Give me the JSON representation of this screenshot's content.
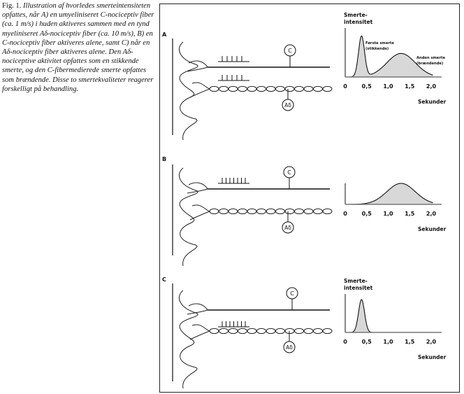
{
  "caption": {
    "label": "Fig. 1.",
    "text": "Illustration af hvorledes smerteintensiteten opfattes, når A) en umyeliniseret C-nociceptiv fiber (ca. 1 m/s) i huden aktiveres sammen med en tynd myeliniseret Aδ-nociceptiv fiber (ca. 10 m/s), B) en C-nociceptiv fiber aktiveres alene, samt C) når en Aδ-nociceptiv fiber aktiveres alene. Den Aδ-nociceptive aktivitet opfattes som en stikkende smerte, og den C-fibermedierede smerte opfattes som brændende. Disse to smertekvaliteter reagerer forskelligt på behandling."
  },
  "panels": [
    {
      "label": "A",
      "c_label": "C",
      "ad_label": "Aδ"
    },
    {
      "label": "B",
      "c_label": "C",
      "ad_label": "Aδ"
    },
    {
      "label": "C",
      "c_label": "C",
      "ad_label": "Aδ"
    }
  ],
  "chart_data": [
    {
      "type": "area",
      "panel": "A",
      "ylabel_line1": "Smerte-",
      "ylabel_line2": "intensitet",
      "xlabel": "Sekunder",
      "xticks": [
        "0",
        "0,5",
        "1,0",
        "1,5",
        "2,0"
      ],
      "xtick_values": [
        0,
        0.5,
        1.0,
        1.5,
        2.0
      ],
      "xlim": [
        0,
        2.3
      ],
      "peaks": [
        {
          "center": 0.38,
          "width": 0.07,
          "height": 1.0
        },
        {
          "center": 1.3,
          "width": 0.33,
          "height": 0.58
        }
      ],
      "annotations": [
        {
          "line1": "Første smerte",
          "line2": "(stikkende)"
        },
        {
          "line1": "Anden smerte",
          "line2": "(brændende)"
        }
      ]
    },
    {
      "type": "area",
      "panel": "B",
      "xlabel": "Sekunder",
      "xticks": [
        "0",
        "0,5",
        "1,0",
        "1,5",
        "2,0"
      ],
      "xtick_values": [
        0,
        0.5,
        1.0,
        1.5,
        2.0
      ],
      "xlim": [
        0,
        2.3
      ],
      "peaks": [
        {
          "center": 1.3,
          "width": 0.33,
          "height": 1.0
        }
      ]
    },
    {
      "type": "area",
      "panel": "C",
      "ylabel_line1": "Smerte-",
      "ylabel_line2": "intensitet",
      "xlabel": "Sekunder",
      "xticks": [
        "0",
        "0,5",
        "1,0",
        "1,5",
        "2,0"
      ],
      "xtick_values": [
        0,
        0.5,
        1.0,
        1.5,
        2.0
      ],
      "xlim": [
        0,
        2.3
      ],
      "peaks": [
        {
          "center": 0.38,
          "width": 0.07,
          "height": 1.0
        }
      ]
    }
  ]
}
